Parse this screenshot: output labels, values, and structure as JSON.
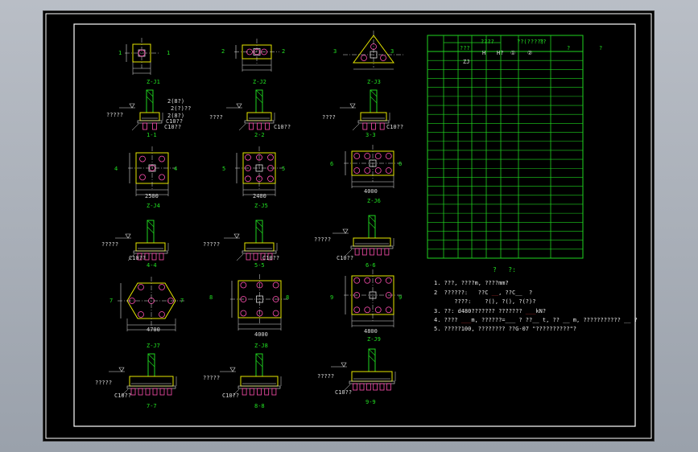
{
  "colors": {
    "frame": "#ffffff",
    "table": "#1fd41f",
    "section_title": "#22e022",
    "footing": "#e6e600",
    "pile": "#ff4fb0",
    "dimension": "#dddddd",
    "highlight_red": "#e03030"
  },
  "plans": [
    {
      "id": "zj1",
      "label": "Z-J1",
      "axis_left": "1",
      "axis_right": "1"
    },
    {
      "id": "zj2",
      "label": "Z-J2",
      "axis_left": "2",
      "axis_right": "2"
    },
    {
      "id": "zj3",
      "label": "Z-J3",
      "axis_left": "3",
      "axis_right": "3"
    },
    {
      "id": "zj4",
      "label": "Z-J4",
      "axis_left": "4",
      "axis_right": "4",
      "dim_bottom": "2500"
    },
    {
      "id": "zj5",
      "label": "Z-J5",
      "axis_left": "5",
      "axis_right": "5",
      "dim_bottom": "2400"
    },
    {
      "id": "zj6",
      "label": "Z-J6",
      "axis_left": "6",
      "axis_right": "6",
      "dim_bottom": "4000"
    },
    {
      "id": "zj7",
      "label": "Z-J7",
      "axis_left": "7",
      "axis_right": "7",
      "dim_bottom": "4700"
    },
    {
      "id": "zj8",
      "label": "Z-J8",
      "axis_left": "8",
      "axis_right": "8",
      "dim_bottom": "4000"
    },
    {
      "id": "zj9",
      "label": "Z-J9",
      "axis_left": "9",
      "axis_right": "9",
      "dim_bottom": "4800"
    }
  ],
  "sections": [
    {
      "id": "s1",
      "label": "1-1",
      "left_text": "?????",
      "right_text": "C10??"
    },
    {
      "id": "s2",
      "label": "2-2",
      "left_text": "????",
      "right_text": "C10??"
    },
    {
      "id": "s3",
      "label": "3-3",
      "left_text": "????",
      "right_text": "C10??"
    },
    {
      "id": "s4",
      "label": "4-4",
      "left_text": "?????",
      "right_text": "C10??"
    },
    {
      "id": "s5",
      "label": "5-5",
      "left_text": "?????",
      "right_text": "C10??"
    },
    {
      "id": "s6",
      "label": "6-6",
      "left_text": "?????",
      "right_text": "C10??"
    },
    {
      "id": "s7",
      "label": "7-7",
      "left_text": "?????",
      "right_text": "C10??"
    },
    {
      "id": "s8",
      "label": "8-8",
      "left_text": "?????",
      "right_text": "C10??"
    },
    {
      "id": "s9",
      "label": "9-9",
      "left_text": "?????",
      "right_text": "C10??"
    }
  ],
  "section1_callouts": [
    "2(8?)",
    "2(?)??",
    "2(8?)",
    "C10??"
  ],
  "table": {
    "headers_top": [
      "???",
      "????",
      "??(????)",
      "??",
      "?",
      "?"
    ],
    "headers_sub": [
      "H",
      "H?",
      "①",
      "②"
    ],
    "first_cell": "ZJ",
    "row_count": 23
  },
  "notes": {
    "title": "?   ?:",
    "lines": [
      {
        "pre": "1. ???, ????m, ????mm?",
        "ul": "",
        "post": ""
      },
      {
        "pre": "2  ??????:   ??C ",
        "ul": "__",
        "post": ", ??C__  ?"
      },
      {
        "pre": "      ????:    ?(), ?(), ?(?)?",
        "ul": "",
        "post": ""
      },
      {
        "pre": "3. ??: d480??????? ??????? ",
        "ul": "___",
        "post": "kN?"
      },
      {
        "pre": "4. ???? ",
        "ul": "___",
        "post": "m, ??????=___ ? ??__ t, ?? __ m, ??????????? __ ?"
      },
      {
        "pre": "5. ?????100, ???????? ??G-07 \"??????????\"?",
        "ul": "",
        "post": ""
      }
    ]
  }
}
